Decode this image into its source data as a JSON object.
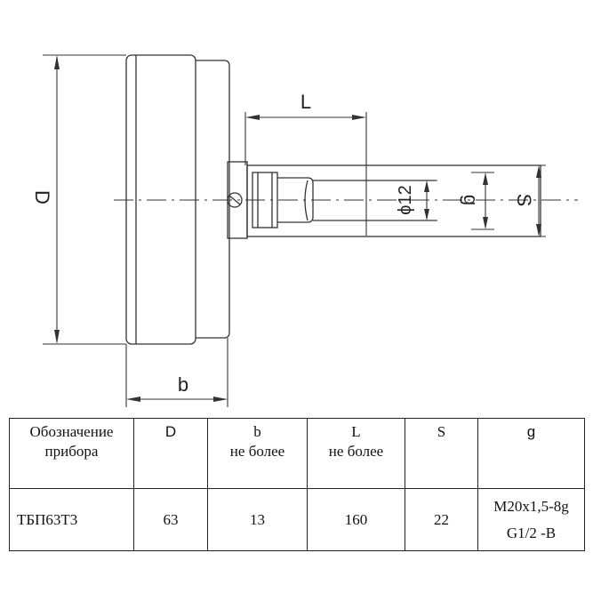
{
  "drawing": {
    "labels": {
      "D": "D",
      "b": "b",
      "L": "L",
      "dia12": "ϕ12",
      "g": "g",
      "S": "S"
    }
  },
  "table": {
    "headers": {
      "designation": [
        "Обозначение",
        "прибора"
      ],
      "D": "D",
      "b": [
        "b",
        "не более"
      ],
      "L": [
        "L",
        "не более"
      ],
      "S": "S",
      "g": "g"
    },
    "row": {
      "designation": "ТБП63Т3",
      "D": "63",
      "b": "13",
      "L": "160",
      "S": "22",
      "g": [
        "M20x1,5-8g",
        "G1/2 -B"
      ]
    }
  }
}
